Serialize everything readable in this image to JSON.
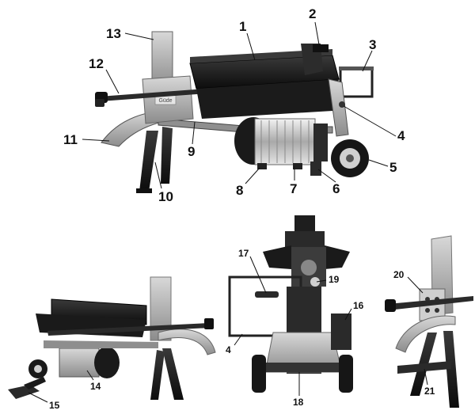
{
  "callouts": {
    "c1": "1",
    "c2": "2",
    "c3": "3",
    "c4": "4",
    "c5": "5",
    "c6": "6",
    "c7": "7",
    "c8": "8",
    "c9": "9",
    "c10": "10",
    "c11": "11",
    "c12": "12",
    "c13": "13",
    "c14": "14",
    "c15": "15",
    "c16": "16",
    "c17": "17",
    "c18": "18",
    "c19": "19",
    "c20": "20",
    "c21": "21",
    "c4b": "4"
  },
  "colors": {
    "ink": "#111111",
    "dark_metal": "#1e1e1e",
    "gray_metal": "#9a9a9a",
    "light_metal": "#cfcfcf",
    "motor_silver": "#bdbdbd"
  },
  "plate_brand": "Güde"
}
